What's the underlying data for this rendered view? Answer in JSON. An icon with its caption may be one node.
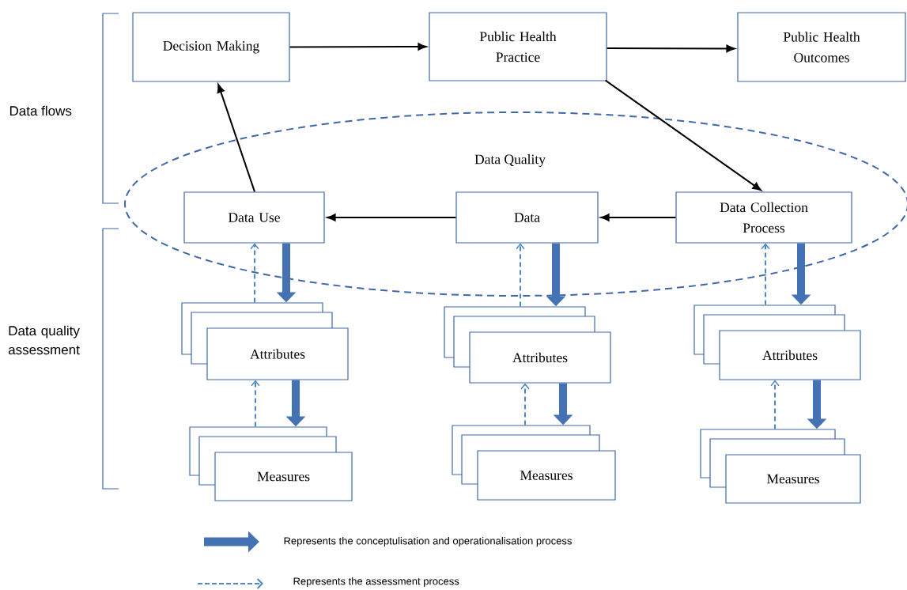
{
  "diagram": {
    "nodes": [
      {
        "text": [
          "Decision Making"
        ]
      },
      {
        "text": [
          "Public Health Practice"
        ]
      },
      {
        "text": [
          "Public Health Outcomes"
        ]
      },
      {
        "text": [
          "Data Quality"
        ]
      },
      {
        "text": [
          "Data Use"
        ],
        "in": 3
      },
      {
        "text": [
          "Data"
        ],
        "in": 3
      },
      {
        "text": [
          "Data Collection Process"
        ],
        "in": 3
      },
      {
        "text": [
          "Attributes"
        ]
      },
      {
        "text": [
          "Measures"
        ]
      },
      {
        "text": [
          "Attributes"
        ]
      },
      {
        "text": [
          "Measures"
        ]
      },
      {
        "text": [
          "Attributes"
        ]
      },
      {
        "text": [
          "Measures"
        ]
      }
    ],
    "edges": [
      {
        "from": 0,
        "to": 1,
        "arrow": "to"
      },
      {
        "from": 1,
        "to": 2,
        "arrow": "to"
      },
      {
        "from": 1,
        "to": 6,
        "arrow": "to"
      },
      {
        "from": 6,
        "to": 5,
        "arrow": "to"
      },
      {
        "from": 5,
        "to": 4,
        "arrow": "to"
      },
      {
        "from": 4,
        "to": 0,
        "arrow": "to"
      },
      {
        "from": 4,
        "to": 7,
        "arrow": "to",
        "style": "thick",
        "color": "#4472b4"
      },
      {
        "from": 7,
        "to": 8,
        "arrow": "to",
        "style": "thick",
        "color": "#4472b4"
      },
      {
        "from": 5,
        "to": 9,
        "arrow": "to",
        "style": "thick",
        "color": "#4472b4"
      },
      {
        "from": 9,
        "to": 10,
        "arrow": "to",
        "style": "thick",
        "color": "#4472b4"
      },
      {
        "from": 6,
        "to": 11,
        "arrow": "to",
        "style": "thick",
        "color": "#4472b4"
      },
      {
        "from": 11,
        "to": 12,
        "arrow": "to",
        "style": "thick",
        "color": "#4472b4"
      },
      {
        "from": 7,
        "to": 4,
        "arrow": "to",
        "style": "dashed",
        "color": "#4f86c6"
      },
      {
        "from": 8,
        "to": 7,
        "arrow": "to",
        "style": "dashed",
        "color": "#4f86c6"
      },
      {
        "from": 9,
        "to": 5,
        "arrow": "to",
        "style": "dashed",
        "color": "#4f86c6"
      },
      {
        "from": 10,
        "to": 9,
        "arrow": "to",
        "style": "dashed",
        "color": "#4f86c6"
      },
      {
        "from": 11,
        "to": 6,
        "arrow": "to",
        "style": "dashed",
        "color": "#4f86c6"
      },
      {
        "from": 12,
        "to": 11,
        "arrow": "to",
        "style": "dashed",
        "color": "#4f86c6"
      }
    ],
    "labels": [
      "Data flows",
      "Data quality assessment"
    ],
    "legend": [
      {
        "text": "Represents the conceptulisation and operationalisation process"
      },
      {
        "text": "Represents the assessment process"
      }
    ]
  }
}
